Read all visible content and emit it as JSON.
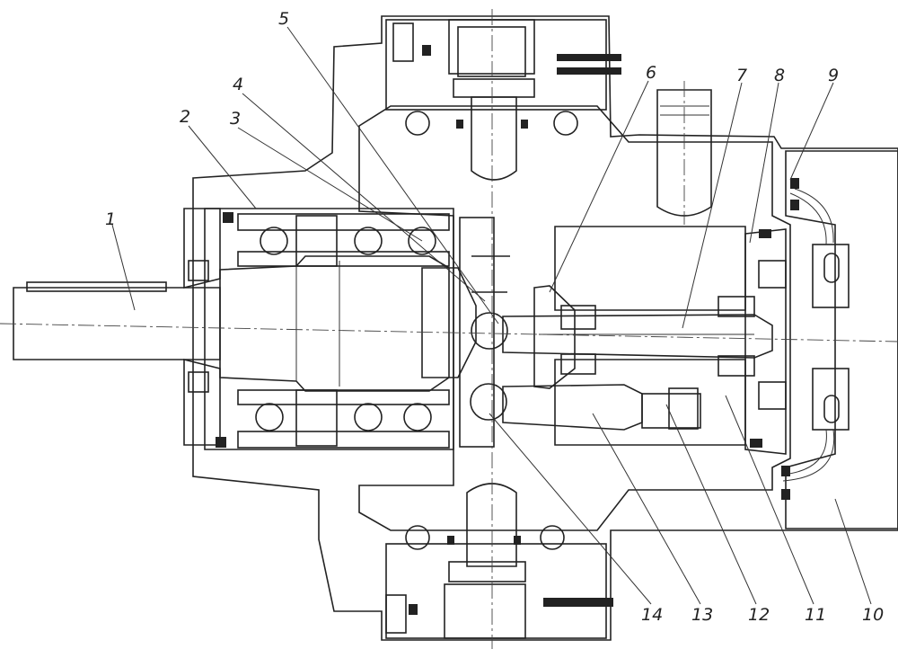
{
  "callouts": [
    {
      "id": "c1",
      "label": "1"
    },
    {
      "id": "c2",
      "label": "2"
    },
    {
      "id": "c3",
      "label": "3"
    },
    {
      "id": "c4",
      "label": "4"
    },
    {
      "id": "c5",
      "label": "5"
    },
    {
      "id": "c6",
      "label": "6"
    },
    {
      "id": "c7",
      "label": "7"
    },
    {
      "id": "c8",
      "label": "8"
    },
    {
      "id": "c9",
      "label": "9"
    },
    {
      "id": "c10",
      "label": "10"
    },
    {
      "id": "c11",
      "label": "11"
    },
    {
      "id": "c12",
      "label": "12"
    },
    {
      "id": "c13",
      "label": "13"
    },
    {
      "id": "c14",
      "label": "14"
    }
  ],
  "colors": {
    "ink": "#222222",
    "hatch": "#555555",
    "paper": "#ffffff"
  }
}
